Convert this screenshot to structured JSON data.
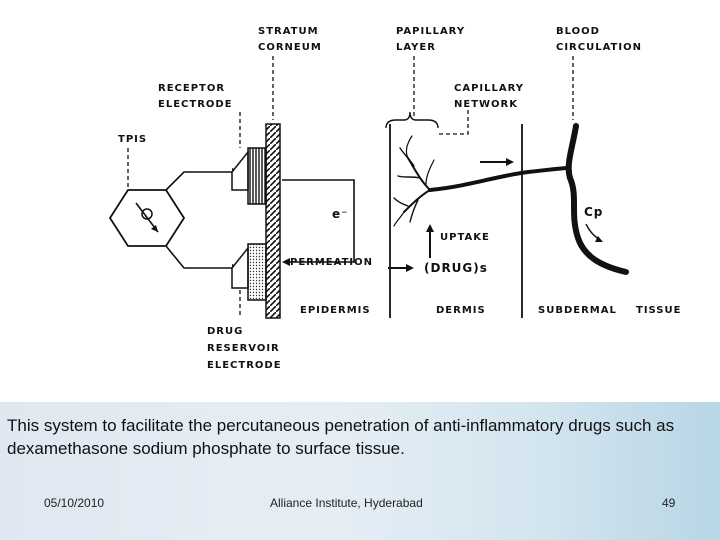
{
  "diagram": {
    "labels": {
      "stratum_1": "STRATUM",
      "stratum_2": "CORNEUM",
      "papillary_1": "PAPILLARY",
      "papillary_2": "LAYER",
      "blood_1": "BLOOD",
      "blood_2": "CIRCULATION",
      "receptor_1": "RECEPTOR",
      "receptor_2": "ELECTRODE",
      "capillary_1": "CAPILLARY",
      "capillary_2": "NETWORK",
      "tpis": "TPIS",
      "electron": "e⁻",
      "cp": "Cp",
      "uptake": "UPTAKE",
      "permeation": "PERMEATION",
      "drug": "(DRUG)s",
      "epidermis": "EPIDERMIS",
      "dermis": "DERMIS",
      "subdermal": "SUBDERMAL",
      "tissue": "TISSUE",
      "reservoir_1": "DRUG",
      "reservoir_2": "RESERVOIR",
      "reservoir_3": "ELECTRODE"
    }
  },
  "caption": "This system to facilitate the percutaneous penetration of anti-inflammatory drugs such as dexamethasone sodium phosphate to surface tissue.",
  "footer": {
    "date": "05/10/2010",
    "institute": "Alliance Institute, Hyderabad",
    "page": "49"
  }
}
